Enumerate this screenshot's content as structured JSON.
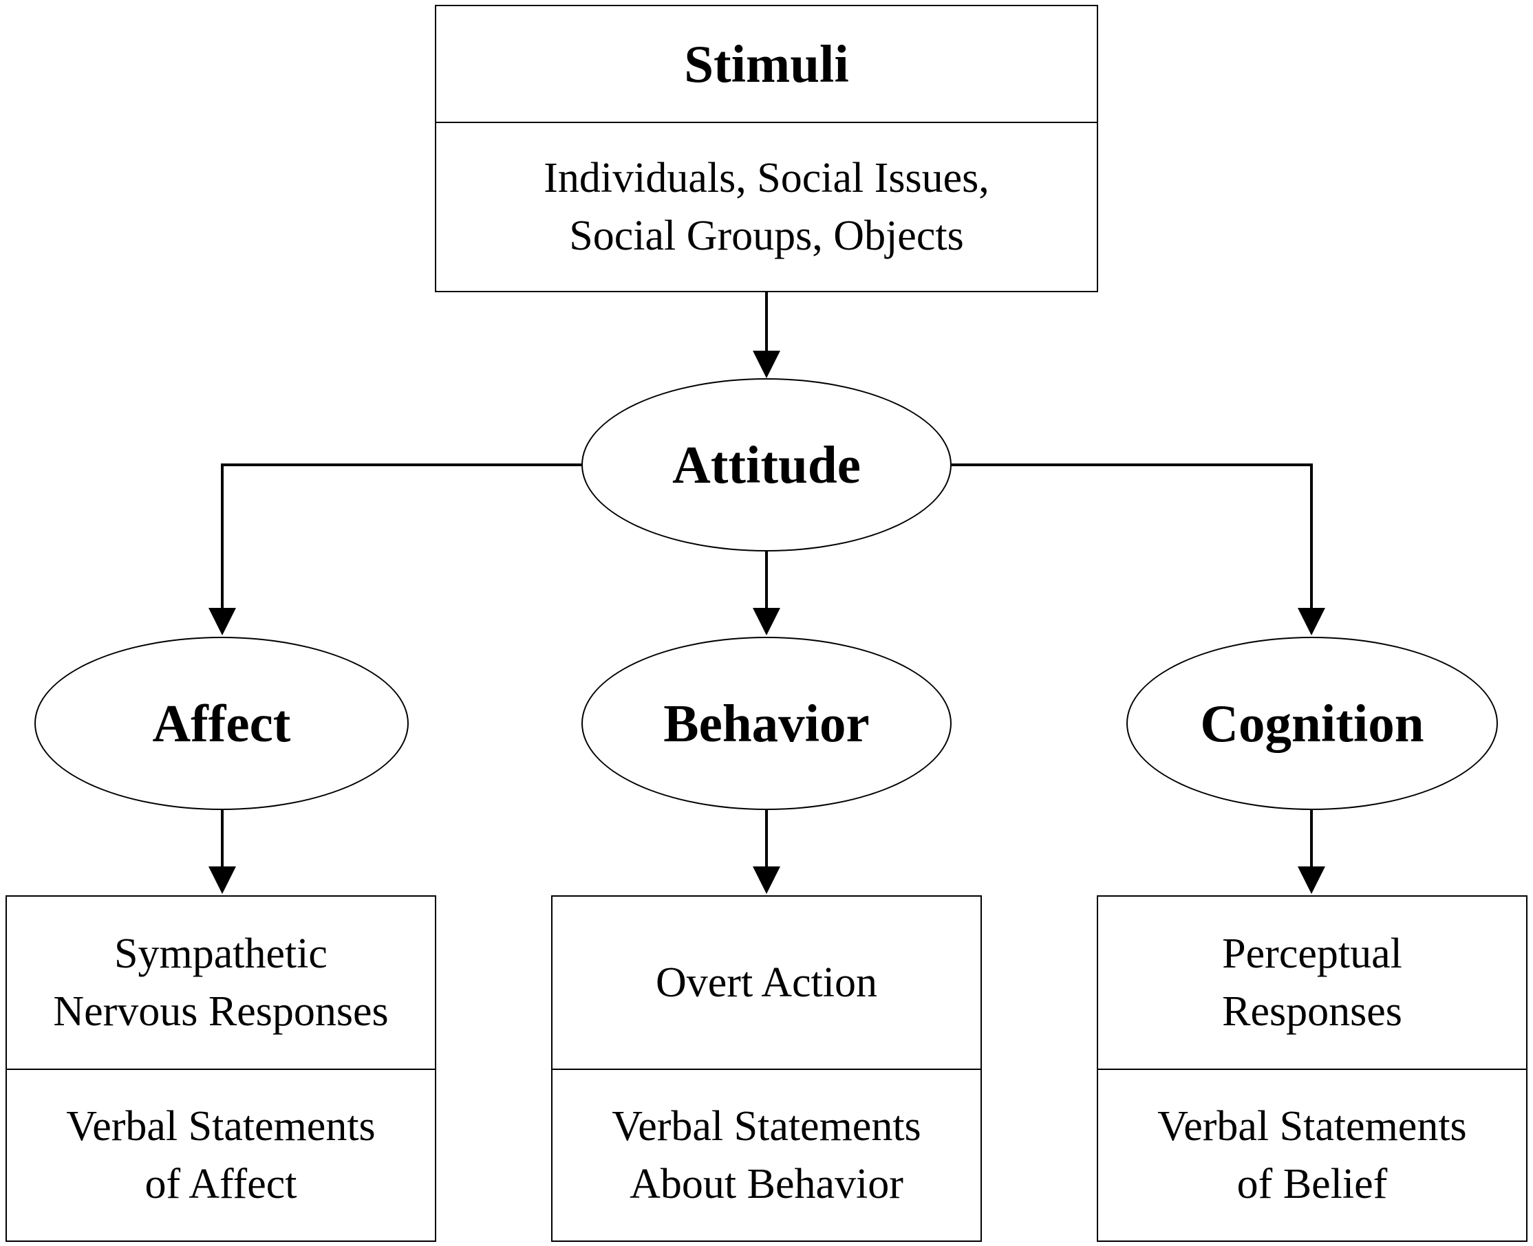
{
  "stimuli": {
    "title": "Stimuli",
    "items": "Individuals, Social Issues,\nSocial Groups, Objects"
  },
  "attitude": {
    "label": "Attitude"
  },
  "components": [
    {
      "label": "Affect",
      "response": "Sympathetic\nNervous Responses",
      "verbal": "Verbal Statements\nof Affect"
    },
    {
      "label": "Behavior",
      "response": "Overt Action",
      "verbal": "Verbal Statements\nAbout Behavior"
    },
    {
      "label": "Cognition",
      "response": "Perceptual\nResponses",
      "verbal": "Verbal Statements\nof Belief"
    }
  ]
}
